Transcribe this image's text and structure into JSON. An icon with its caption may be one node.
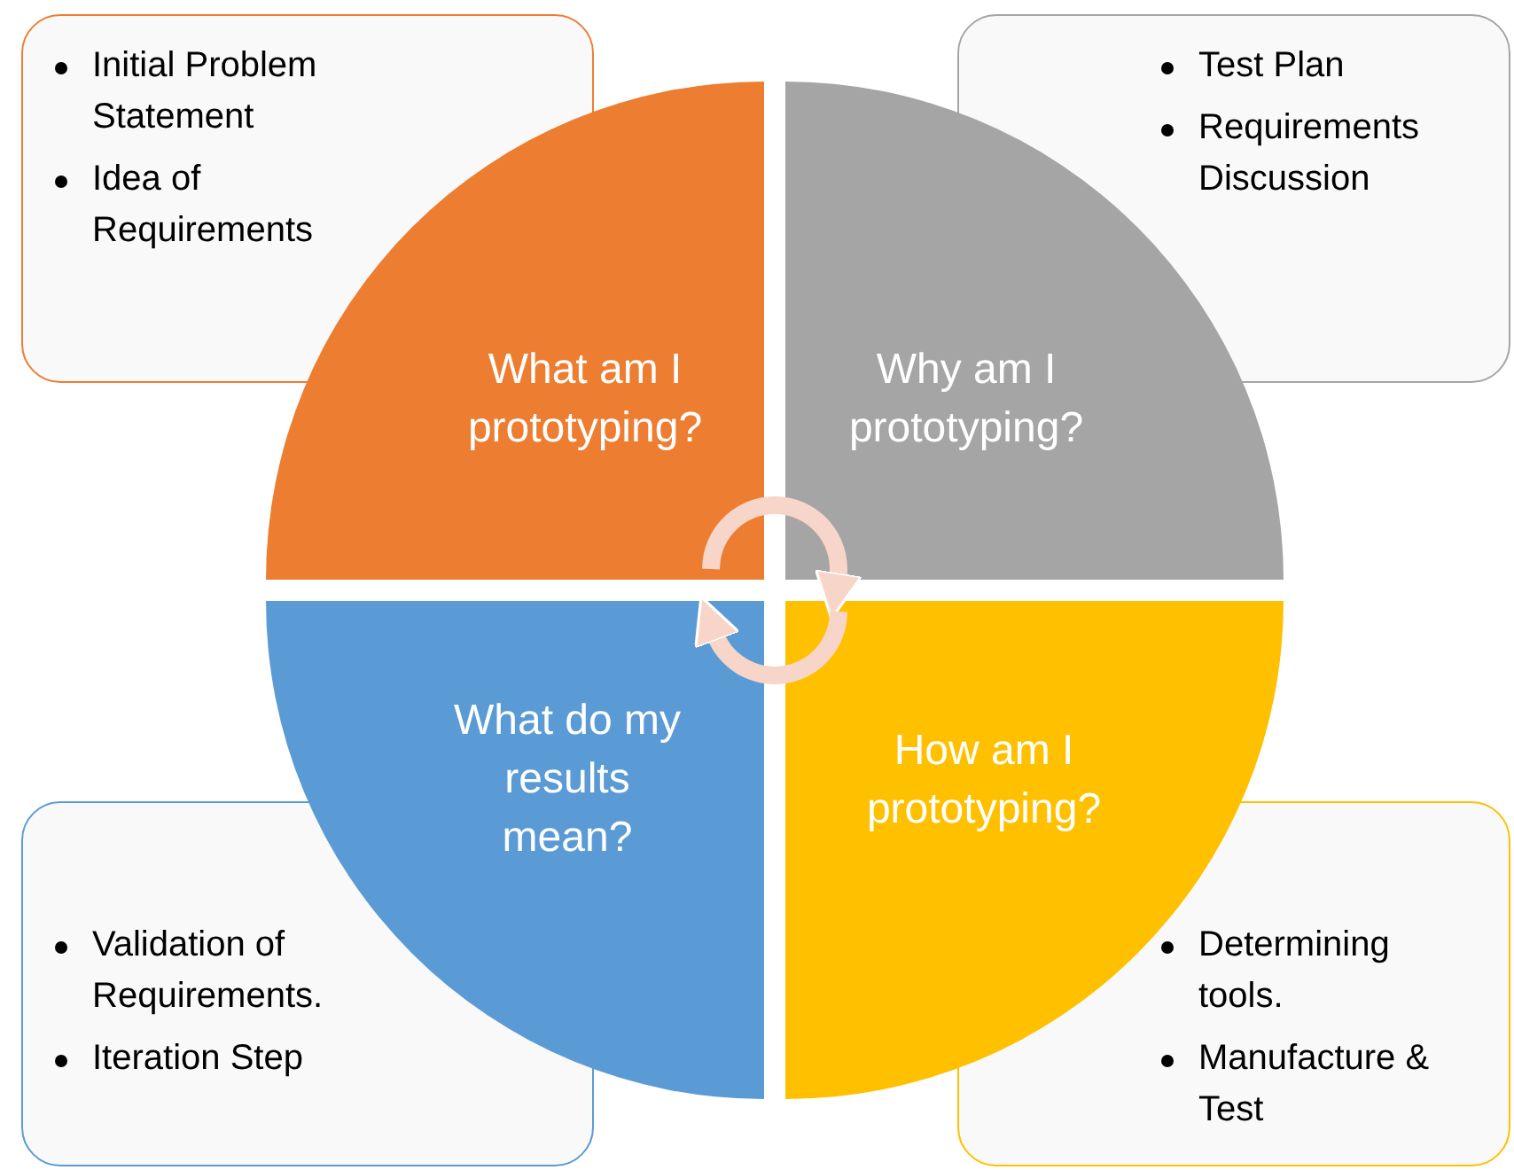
{
  "diagram": {
    "nodes": [
      {
        "text": [
          "Initial Problem Statement",
          "Idea of Requirements"
        ]
      },
      {
        "text": [
          "Test Plan",
          "Requirements Discussion"
        ]
      },
      {
        "text": [
          "What am I prototyping?"
        ]
      },
      {
        "text": [
          "Why am I prototyping?"
        ]
      },
      {
        "text": [
          "What do my results mean?"
        ]
      },
      {
        "text": [
          "How am I prototyping?"
        ]
      },
      {
        "text": [
          "Validation of Requirements.",
          "Iteration Step"
        ]
      },
      {
        "text": [
          "Determining tools.",
          "Manufacture & Test"
        ]
      }
    ],
    "edges": [
      {
        "from": 2,
        "to": 3,
        "arrow": "to"
      },
      {
        "from": 5,
        "to": 4,
        "arrow": "to"
      }
    ]
  }
}
